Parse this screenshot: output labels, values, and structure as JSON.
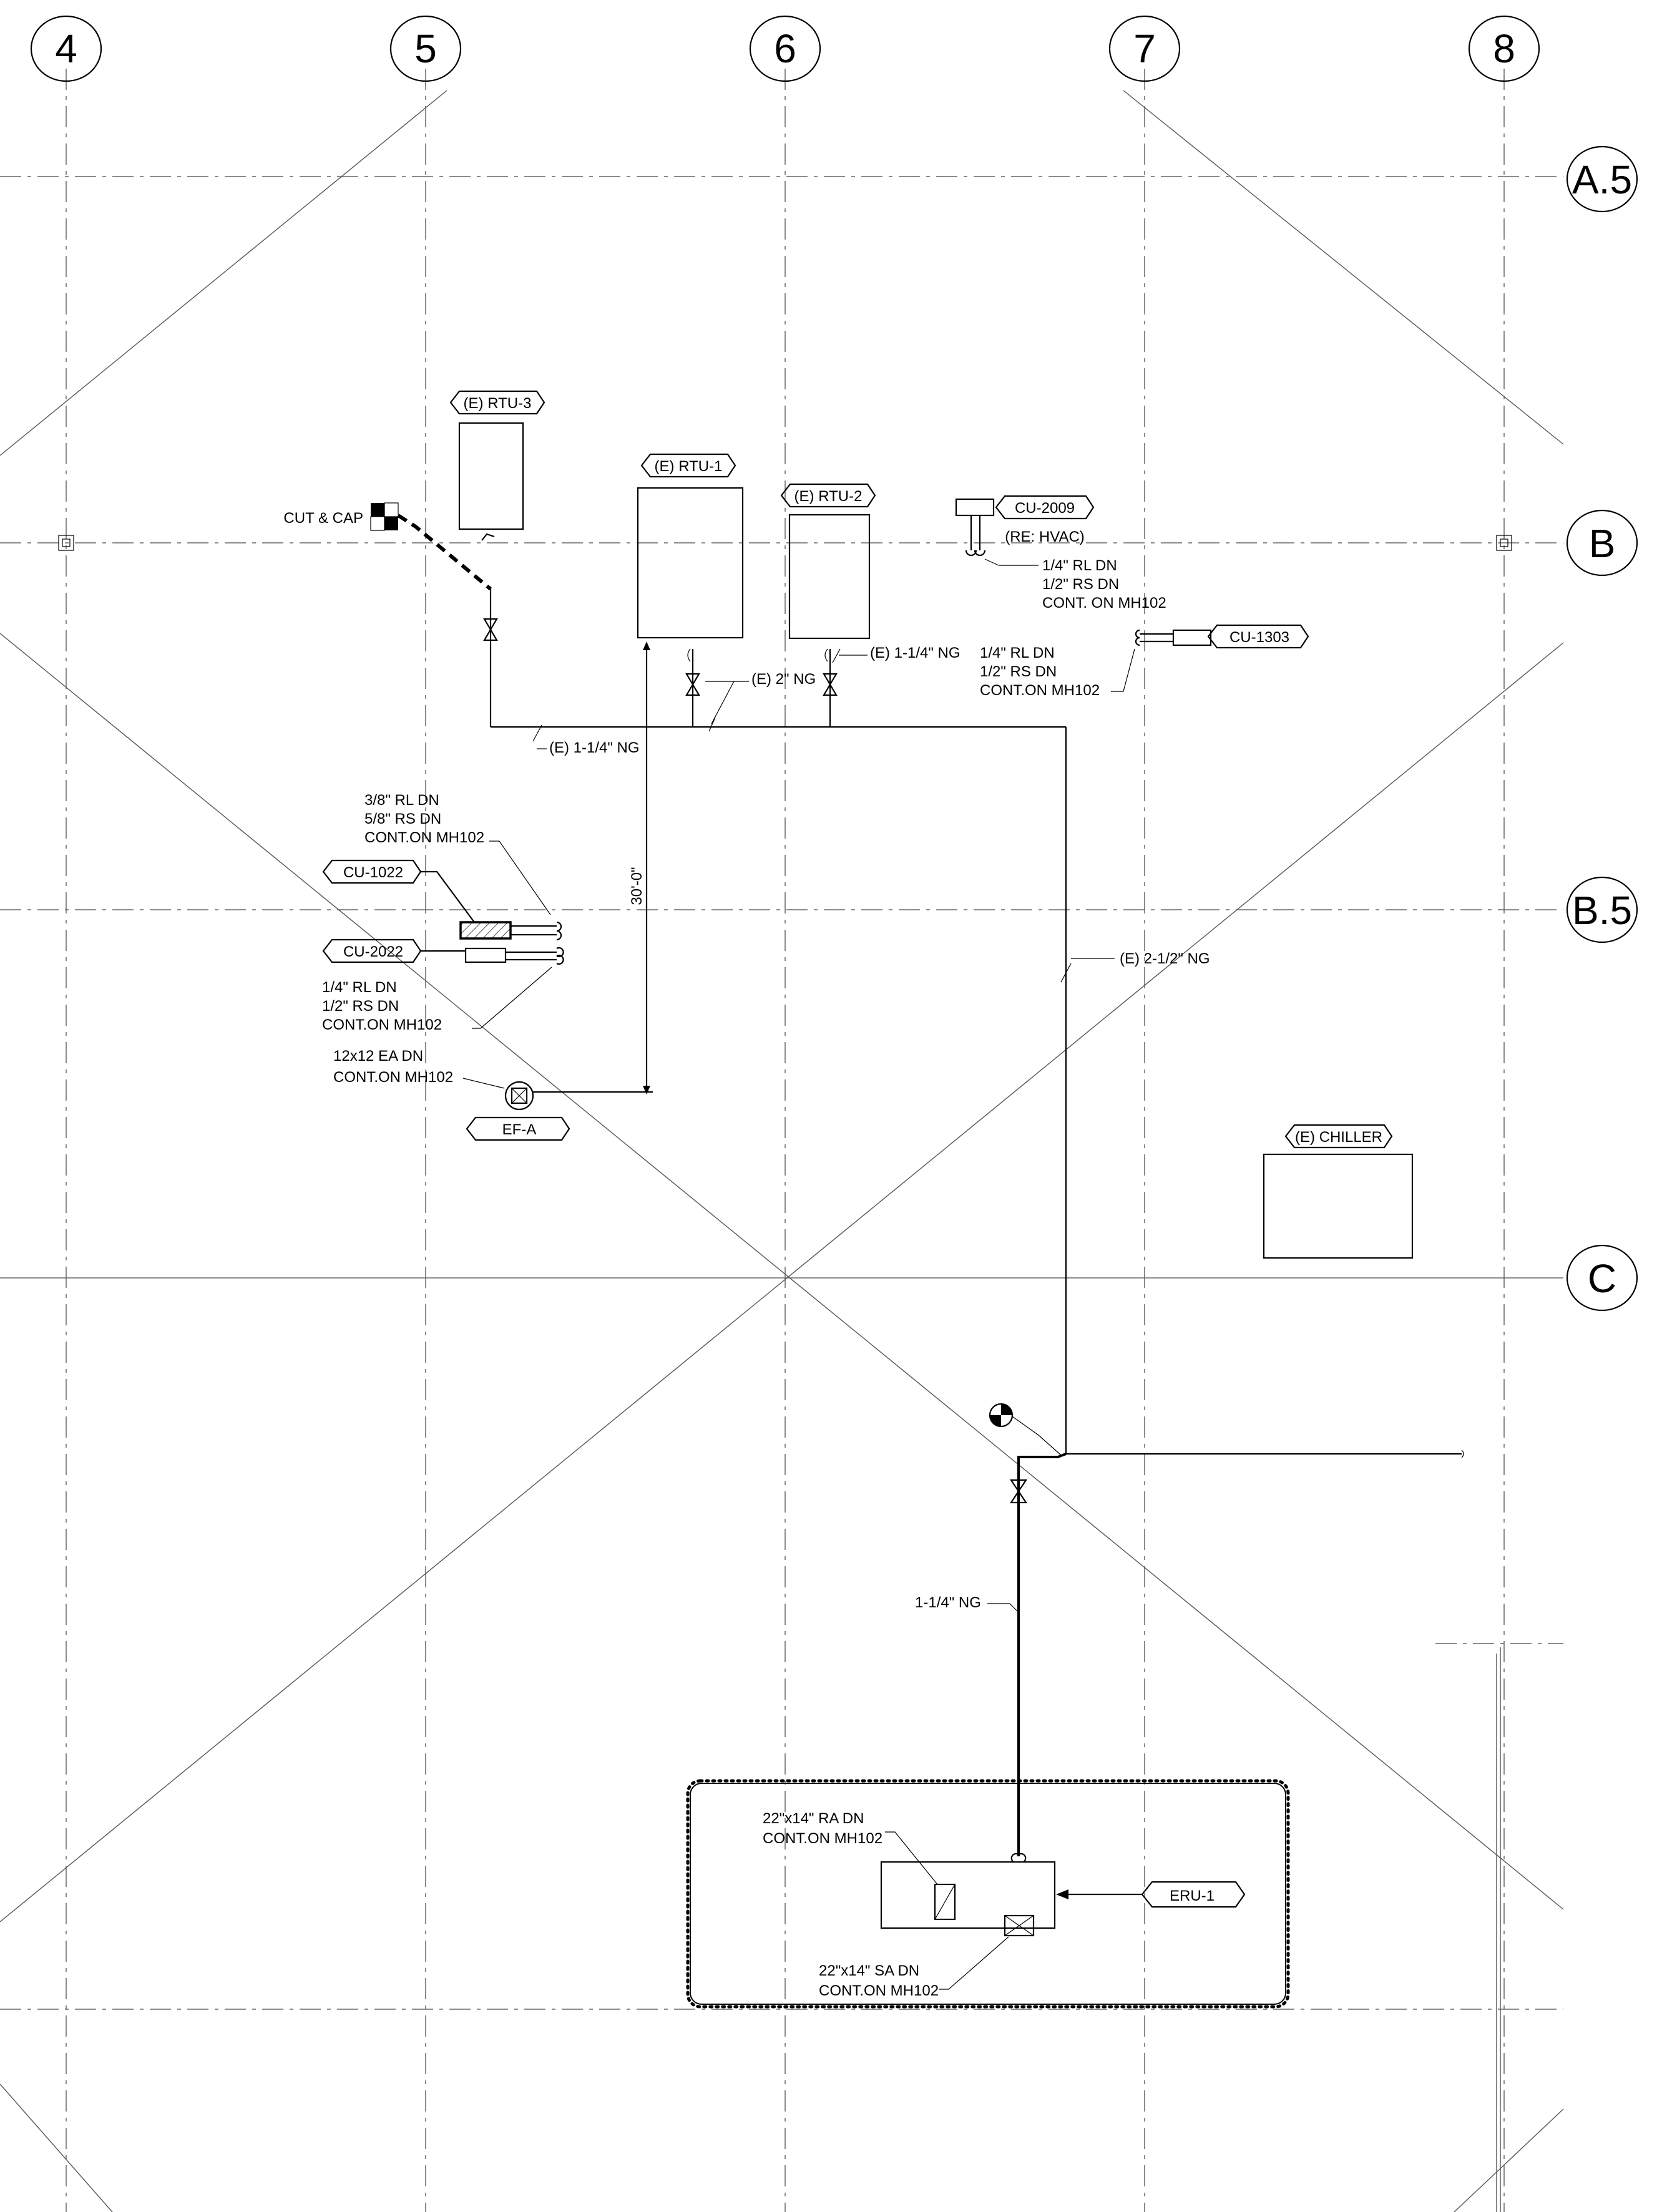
{
  "grid": {
    "columns": [
      "4",
      "5",
      "6",
      "7",
      "8"
    ],
    "rows": [
      "A.5",
      "B",
      "B.5",
      "C"
    ]
  },
  "tags": {
    "rtu3": "(E) RTU-3",
    "rtu1": "(E) RTU-1",
    "rtu2": "(E) RTU-2",
    "cu2009": "CU-2009",
    "cu1303": "CU-1303",
    "cu1022": "CU-1022",
    "cu2022": "CU-2022",
    "efa": "EF-A",
    "chiller": "(E) CHILLER",
    "eru1": "ERU-1"
  },
  "labels": {
    "cut_cap": "CUT & CAP",
    "re_hvac": "(RE: HVAC)",
    "cu2009_lines": [
      "1/4\" RL DN",
      "1/2\" RS DN",
      "CONT. ON MH102"
    ],
    "cu1303_lines": [
      "1/4\" RL DN",
      "1/2\" RS DN",
      "CONT.ON MH102"
    ],
    "cu1022_lines": [
      "3/8\" RL DN",
      "5/8\" RS DN",
      "CONT.ON MH102"
    ],
    "cu2022_lines": [
      "1/4\" RL DN",
      "1/2\" RS DN",
      "CONT.ON MH102"
    ],
    "efa_lines": [
      "12x12 EA DN",
      "CONT.ON MH102"
    ],
    "ng_rtu2": "(E) 1-1/4\" NG",
    "ng_2in": "(E) 2\" NG",
    "ng_main": "(E) 1-1/4\" NG",
    "ng_riser": "(E) 2-1/2\" NG",
    "ng_eru": "1-1/4\" NG",
    "dimension": "30'-0\"",
    "ra_lines": [
      "22\"x14\" RA DN",
      "CONT.ON MH102"
    ],
    "sa_lines": [
      "22\"x14\" SA DN",
      "CONT.ON MH102"
    ]
  }
}
